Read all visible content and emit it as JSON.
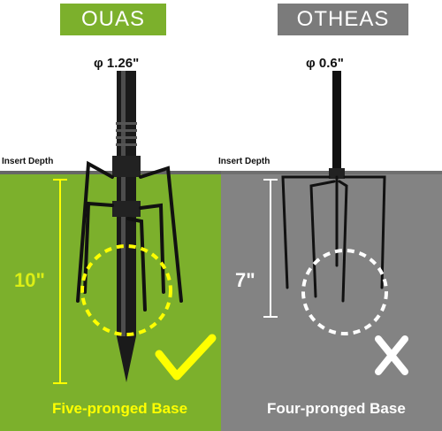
{
  "left": {
    "badge": "OUAS",
    "diameter": "φ 1.26\"",
    "depth_label": "Insert Depth",
    "measure": "10\"",
    "base_label": "Five-pronged Base",
    "mark_icon": "check-icon"
  },
  "right": {
    "badge": "OTHEAS",
    "diameter": "φ 0.6\"",
    "depth_label": "Insert Depth",
    "measure": "7\"",
    "base_label": "Four-pronged Base",
    "mark_icon": "x-icon"
  },
  "colors": {
    "green": "#7cb02c",
    "gray": "#838383",
    "yellow": "#ffff00",
    "white": "#ffffff"
  }
}
